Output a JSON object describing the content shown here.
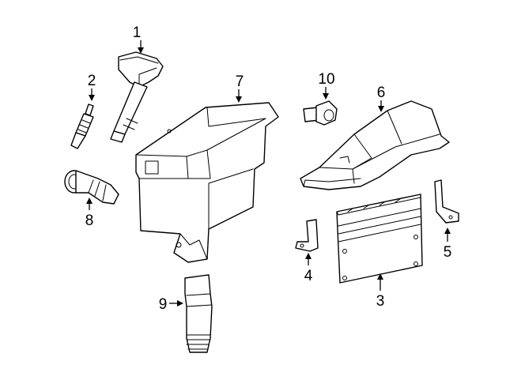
{
  "diagram": {
    "background": "#ffffff",
    "ink": "#000000",
    "callouts": [
      {
        "id": "c1",
        "label": "1"
      },
      {
        "id": "c2",
        "label": "2"
      },
      {
        "id": "c3",
        "label": "3"
      },
      {
        "id": "c4",
        "label": "4"
      },
      {
        "id": "c5",
        "label": "5"
      },
      {
        "id": "c6",
        "label": "6"
      },
      {
        "id": "c7",
        "label": "7"
      },
      {
        "id": "c8",
        "label": "8"
      },
      {
        "id": "c9",
        "label": "9"
      },
      {
        "id": "c10",
        "label": "10"
      }
    ]
  }
}
